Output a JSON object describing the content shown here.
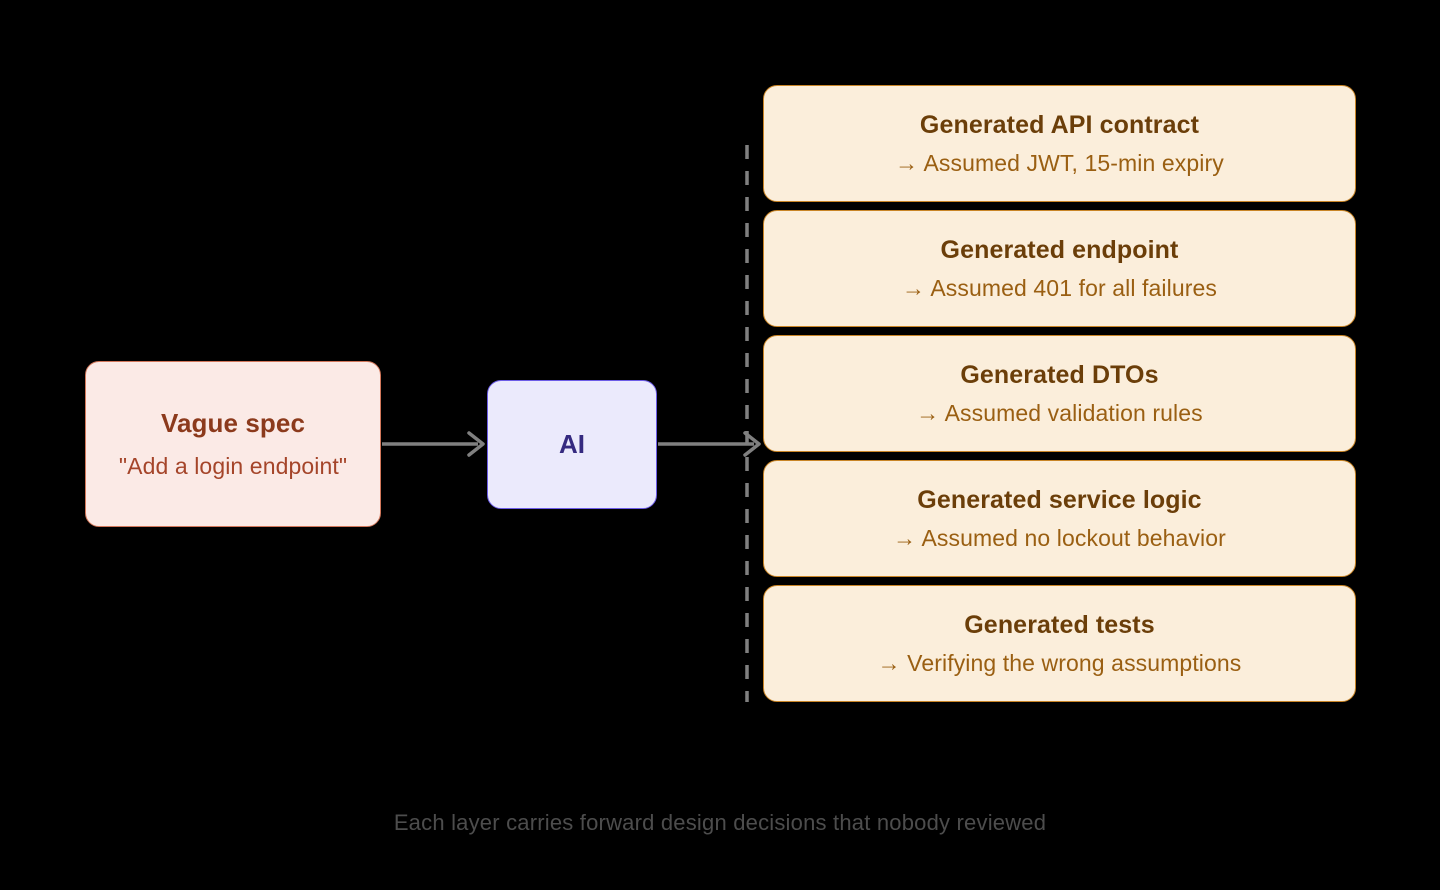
{
  "diagram": {
    "source": {
      "title": "Vague spec",
      "subtitle": "\"Add a login endpoint\"",
      "fill": "#fbeae6",
      "border": "#d2775a",
      "title_color": "#8c3a1c",
      "subtitle_color": "#a5452a"
    },
    "processor": {
      "title": "AI",
      "fill": "#ebeafc",
      "border": "#6c5ce7",
      "title_color": "#352a80"
    },
    "outputs": [
      {
        "title": "Generated API contract",
        "subtitle": "→ Assumed JWT, 15-min expiry"
      },
      {
        "title": "Generated endpoint",
        "subtitle": "→ Assumed 401 for all failures"
      },
      {
        "title": "Generated DTOs",
        "subtitle": "→ Assumed validation rules"
      },
      {
        "title": "Generated service logic",
        "subtitle": "→ Assumed no lockout behavior"
      },
      {
        "title": "Generated tests",
        "subtitle": "→ Verifying the wrong assumptions"
      }
    ],
    "output_style": {
      "fill": "#fbeedb",
      "border": "#c98526",
      "title_color": "#6b3e09",
      "subtitle_color": "#9a5f12"
    },
    "connectors": {
      "arrow_color": "#808080",
      "spine_color": "#808080",
      "spine_style": "dashed"
    },
    "caption": "Each layer carries forward design decisions that nobody reviewed",
    "caption_color": "#4d4d4d",
    "background": "#000000"
  }
}
